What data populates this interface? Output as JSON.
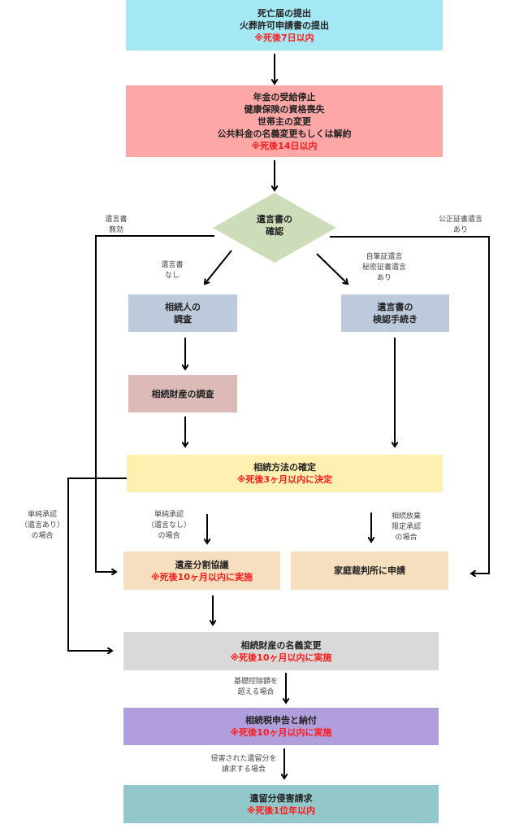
{
  "steps": {
    "death_notice": {
      "lines": [
        "死亡届の提出",
        "火葬許可申請書の提出"
      ],
      "deadline": "※死後7日以内",
      "color": "#a4e8f3"
    },
    "pension": {
      "lines": [
        "年金の受給停止",
        "健康保険の資格喪失",
        "世帯主の変更",
        "公共料金の名義変更もしくは解約"
      ],
      "deadline": "※死後14日以内",
      "color": "#fda7a6"
    },
    "will_check": {
      "lines": [
        "遺言書の",
        "確認"
      ],
      "color": "#cddcb9"
    },
    "heir_survey": {
      "lines": [
        "相続人の",
        "調査"
      ],
      "color": "#bccadc"
    },
    "will_probate": {
      "lines": [
        "遺言書の",
        "検認手続き"
      ],
      "color": "#bccadc"
    },
    "asset_survey": {
      "label": "相続財産の調査",
      "color": "#dcbab7"
    },
    "method": {
      "label": "相続方法の確定",
      "deadline": "※死後3ヶ月以内に決定",
      "color": "#fef0b1"
    },
    "division": {
      "label": "遺産分割協議",
      "deadline": "※死後10ヶ月以内に実施",
      "color": "#f6dfbe"
    },
    "family_court": {
      "label": "家庭裁判所に申請",
      "color": "#f6dfbe"
    },
    "transfer": {
      "label": "相続財産の名義変更",
      "deadline": "※死後10ヶ月以内に実施",
      "color": "#d9d9d9"
    },
    "tax": {
      "label": "相続税申告と納付",
      "deadline": "※死後10ヶ月以内に実施",
      "color": "#b19fdd"
    },
    "claim": {
      "label": "遺留分侵害請求",
      "deadline": "※死後1位年以内",
      "color": "#93c8cb"
    }
  },
  "labels": {
    "will_invalid": [
      "遺言書",
      "無効"
    ],
    "notarized": [
      "公正証書遺言",
      "あり"
    ],
    "no_will": [
      "遺言書",
      "なし"
    ],
    "holographic": [
      "自筆証遺言",
      "秘密証書遺言",
      "あり"
    ],
    "simple_with_will": [
      "単純承認",
      "（遺言あり）",
      "の場合"
    ],
    "simple_no_will": [
      "単純承認",
      "（遺言なし）",
      "の場合"
    ],
    "renounce": [
      "相続放棄",
      "限定承認",
      "の場合"
    ],
    "over_deduction": [
      "基礎控除額を",
      "超える場合"
    ],
    "infringed": [
      "侵害された遺留分を",
      "請求する場合"
    ]
  }
}
